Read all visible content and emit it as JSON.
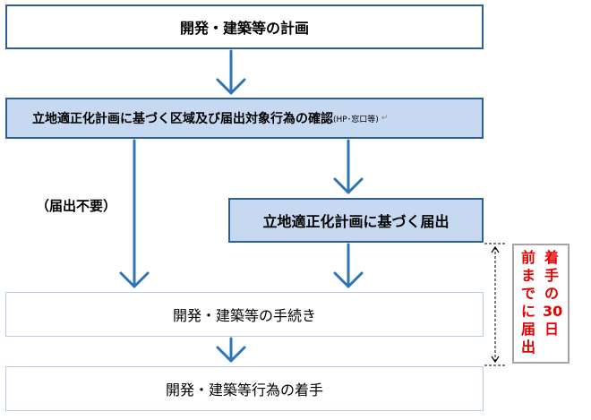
{
  "boxes": {
    "plan": "開発・建築等の計画",
    "confirm": "立地適正化計画に基づく区域及び届出対象行為の確認",
    "confirm_note": "(HP･窓口等)",
    "confirm_mark": "↵",
    "notify": "立地適正化計画に基づく届出",
    "procedure": "開発・建築等の手続き",
    "start": "開発・建築等行為の着手"
  },
  "labels": {
    "not_required": "（届出不要）"
  },
  "deadline": {
    "col1": [
      "着",
      "手",
      "の",
      "30",
      "日"
    ],
    "col2": [
      "前",
      "ま",
      "で",
      "に",
      "届",
      "出"
    ]
  },
  "colors": {
    "arrow": "#2e75b6",
    "box_border": "#2e5f93",
    "box_fill": "#c6d9f1",
    "deadline_text": "#e60000"
  }
}
